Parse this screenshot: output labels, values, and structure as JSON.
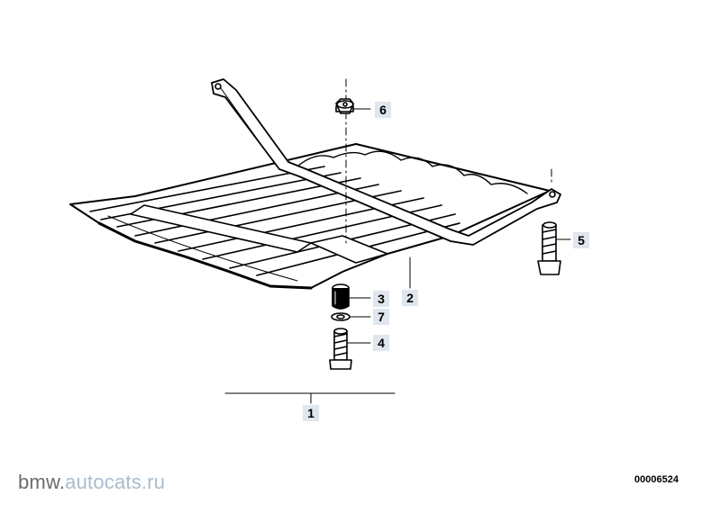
{
  "diagram": {
    "callouts": [
      {
        "id": "callout-1",
        "label": "1"
      },
      {
        "id": "callout-2",
        "label": "2"
      },
      {
        "id": "callout-3",
        "label": "3"
      },
      {
        "id": "callout-4",
        "label": "4"
      },
      {
        "id": "callout-5",
        "label": "5"
      },
      {
        "id": "callout-6",
        "label": "6"
      },
      {
        "id": "callout-7",
        "label": "7"
      }
    ]
  },
  "footer": {
    "watermark_brand": "bmw.",
    "watermark_domain": "autocats.ru",
    "document_number": "00006524"
  },
  "colors": {
    "callout_bg": "#dfe6ee",
    "watermark_text": "#6b6b6b",
    "watermark_accent": "#a9bccc",
    "line_art": "#000000"
  }
}
